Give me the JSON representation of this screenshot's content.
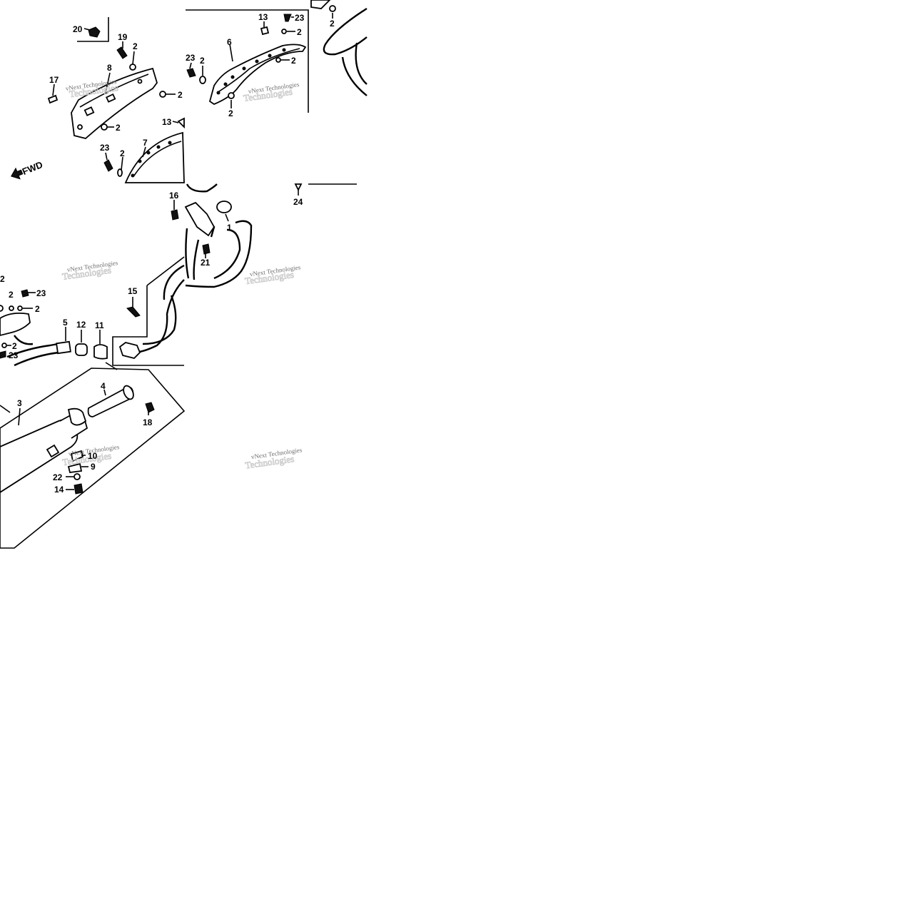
{
  "diagram": {
    "fwd_label": "FWD",
    "watermark": {
      "line1": "vNext Technologies",
      "line2": "Technologies"
    },
    "callouts": [
      {
        "id": "c20a",
        "text": "20"
      },
      {
        "id": "c19",
        "text": "19"
      },
      {
        "id": "c2a",
        "text": "2"
      },
      {
        "id": "c8",
        "text": "8"
      },
      {
        "id": "c17",
        "text": "17"
      },
      {
        "id": "c2b",
        "text": "2"
      },
      {
        "id": "c2c",
        "text": "2"
      },
      {
        "id": "c13a",
        "text": "13"
      },
      {
        "id": "c23a",
        "text": "23"
      },
      {
        "id": "c2d",
        "text": "2"
      },
      {
        "id": "c7",
        "text": "7"
      },
      {
        "id": "c13b",
        "text": "13"
      },
      {
        "id": "c23b",
        "text": "23"
      },
      {
        "id": "c2e",
        "text": "2"
      },
      {
        "id": "c23c",
        "text": "23"
      },
      {
        "id": "c2f",
        "text": "2"
      },
      {
        "id": "c6",
        "text": "6"
      },
      {
        "id": "c2g",
        "text": "2"
      },
      {
        "id": "c2h",
        "text": "2"
      },
      {
        "id": "c2i",
        "text": "2"
      },
      {
        "id": "c24",
        "text": "24"
      },
      {
        "id": "c16",
        "text": "16"
      },
      {
        "id": "c1",
        "text": "1"
      },
      {
        "id": "c21",
        "text": "21"
      },
      {
        "id": "c15",
        "text": "15"
      },
      {
        "id": "c2j",
        "text": "2"
      },
      {
        "id": "c23d",
        "text": "23"
      },
      {
        "id": "c2k",
        "text": "2"
      },
      {
        "id": "c2l",
        "text": "2"
      },
      {
        "id": "c23e",
        "text": "23"
      },
      {
        "id": "c5",
        "text": "5"
      },
      {
        "id": "c12",
        "text": "12"
      },
      {
        "id": "c11",
        "text": "11"
      },
      {
        "id": "c2m",
        "text": "2"
      },
      {
        "id": "c3",
        "text": "3"
      },
      {
        "id": "c4",
        "text": "4"
      },
      {
        "id": "c18",
        "text": "18"
      },
      {
        "id": "c10",
        "text": "10"
      },
      {
        "id": "c9",
        "text": "9"
      },
      {
        "id": "c22",
        "text": "22"
      },
      {
        "id": "c14",
        "text": "14"
      }
    ]
  }
}
